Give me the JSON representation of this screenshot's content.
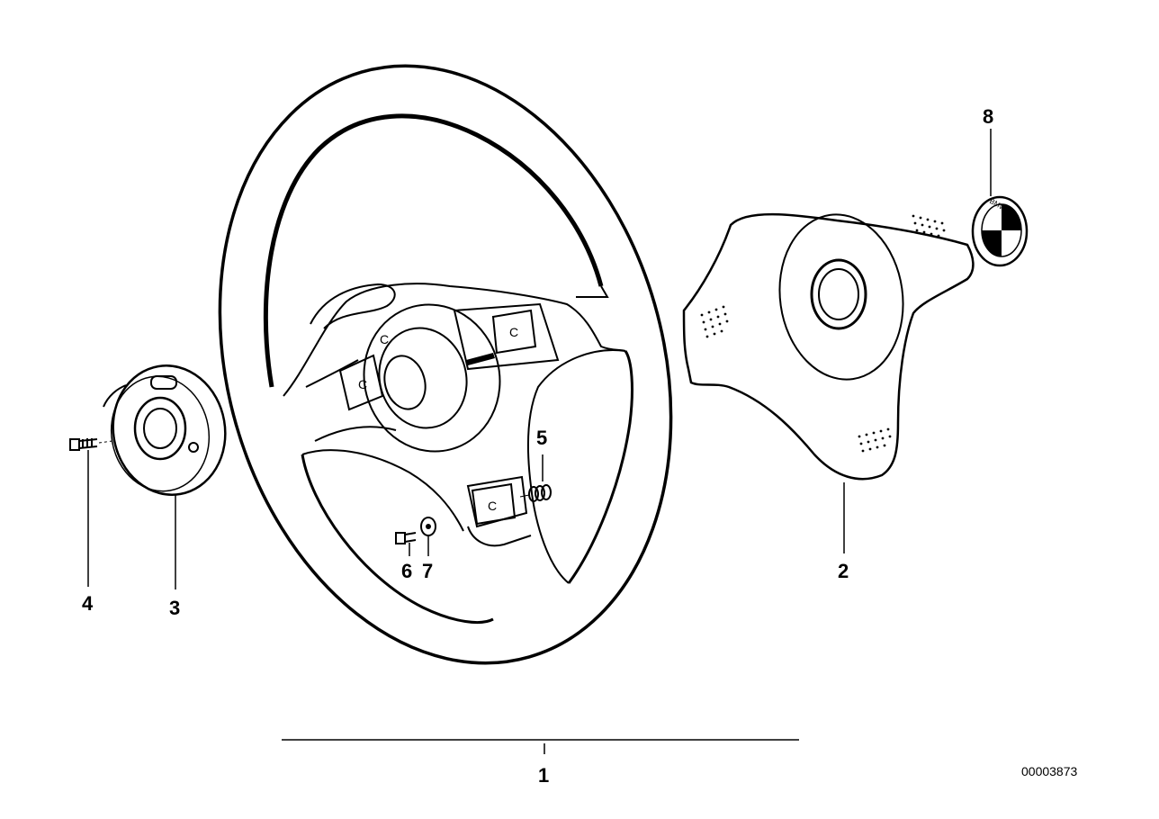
{
  "diagram": {
    "parts": [
      {
        "number": "1",
        "name": "steering-wheel"
      },
      {
        "number": "2",
        "name": "airbag-cover"
      },
      {
        "number": "3",
        "name": "hub-adapter"
      },
      {
        "number": "4",
        "name": "screw"
      },
      {
        "number": "5",
        "name": "spring"
      },
      {
        "number": "6",
        "name": "screw"
      },
      {
        "number": "7",
        "name": "washer"
      },
      {
        "number": "8",
        "name": "emblem"
      }
    ],
    "emblem_text": "BMW",
    "reference_code": "00003873"
  }
}
